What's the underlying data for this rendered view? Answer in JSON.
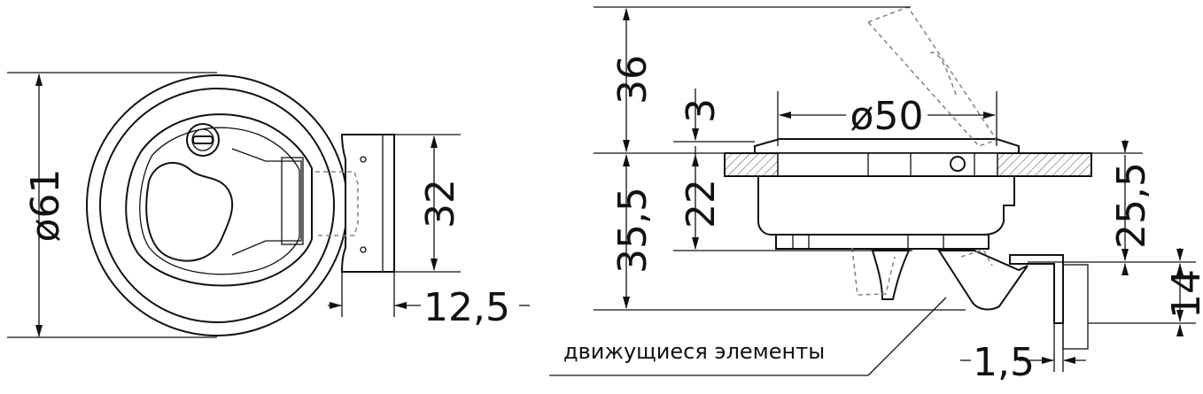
{
  "labels": {
    "dia_61": "ø61",
    "w_32": "32",
    "d_12_5": "12,5",
    "h_36": "36",
    "h_3": "3",
    "h_35_5": "35,5",
    "h_22": "22",
    "dia_50": "ø50",
    "h_25_5": "25,5",
    "h_14": "14",
    "t_1_5": "1,5"
  },
  "caption": "движущиеся элементы"
}
